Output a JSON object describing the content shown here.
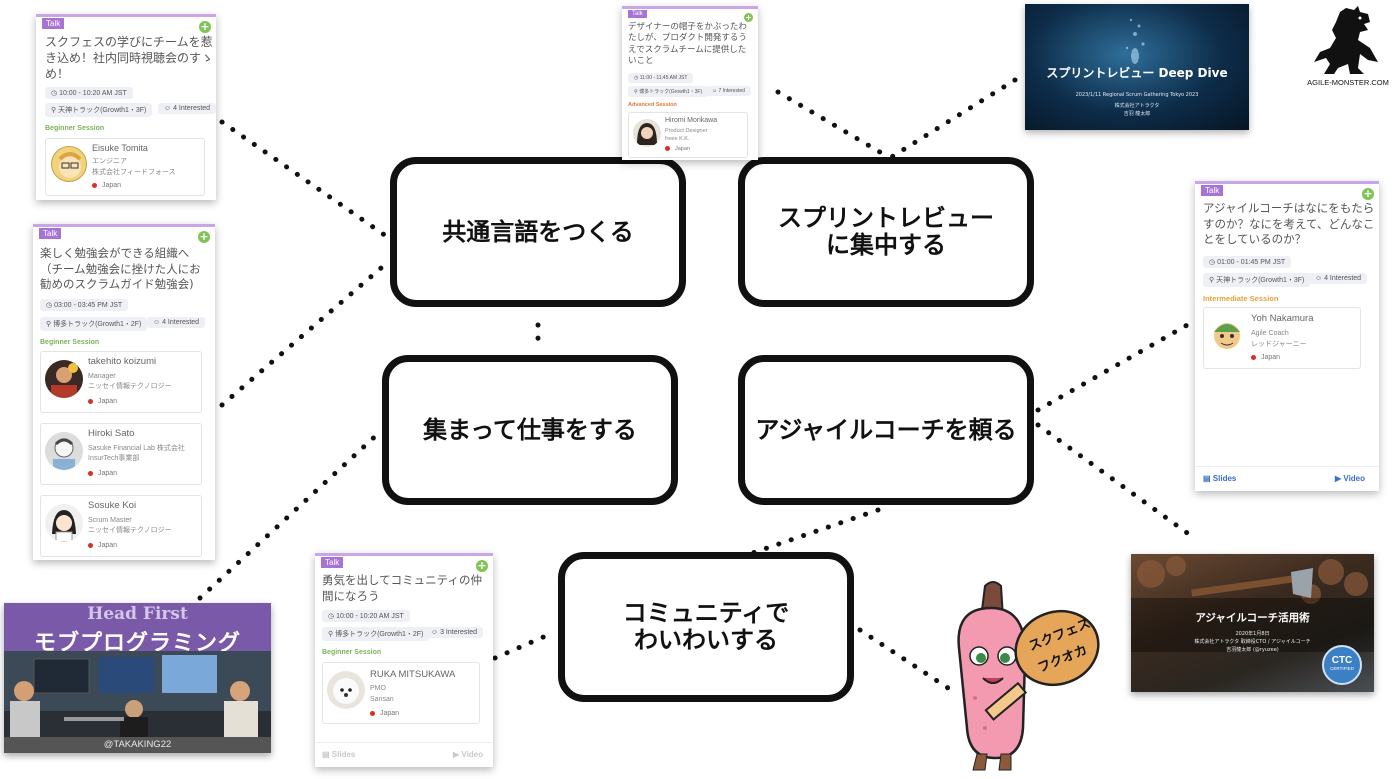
{
  "boxes": {
    "common_language": "共通言語をつくる",
    "sprint_review": "スプリントレビューに集中する",
    "mob_work": "集まって仕事をする",
    "agile_coach": "アジャイルコーチを頼る",
    "community": "コミュニティでわいわいする"
  },
  "card_tl": {
    "tag": "Talk",
    "title": "スクフェスの学びにチームを惹き込め！社内同時視聴会のすゝめ！",
    "time": "10:00 - 10:20 AM JST",
    "track": "天神トラック(Growth1・3F)",
    "interested": "4 Interested",
    "level": "Beginner Session",
    "speaker": {
      "name": "Eisuke Tomita",
      "role": "エンジニア",
      "company": "株式会社フィードフォース",
      "country": "Japan"
    }
  },
  "card_ml": {
    "tag": "Talk",
    "title": "楽しく勉強会ができる組織へ（チーム勉強会に挫けた人にお勧めのスクラムガイド勉強会)",
    "time": "03:00 - 03:45 PM JST",
    "track": "博多トラック(Growth1・2F)",
    "interested": "4 Interested",
    "level": "Beginner Session",
    "speakers": [
      {
        "name": "takehito koizumi",
        "role": "Manager",
        "company": "ニッセイ情報テクノロジー",
        "country": "Japan"
      },
      {
        "name": "Hiroki Sato",
        "role": "Sasuke Financial Lab 株式会社",
        "company": "InsurTech事業部",
        "country": "Japan"
      },
      {
        "name": "Sosuke Koi",
        "role": "Scrum Master",
        "company": "ニッセイ情報テクノロジー",
        "country": "Japan"
      }
    ]
  },
  "card_tc": {
    "tag": "Talk",
    "title": "デザイナーの帽子をかぶったわたしが、プロダクト開発するうえでスクラムチームに提供したいこと",
    "time": "11:00 - 11:45 AM JST",
    "track": "博多トラック(Growth1・3F)",
    "interested": "7 Interested",
    "level": "Advanced Session",
    "speaker": {
      "name": "Hiromi Morikawa",
      "role": "Product Designer",
      "company": "freee K.K.",
      "country": "Japan"
    }
  },
  "card_rm": {
    "tag": "Talk",
    "title": "アジャイルコーチはなにをもたらすのか？なにを考えて、どんなことをしているのか？",
    "time": "01:00 - 01:45 PM JST",
    "track": "天神トラック(Growth1・3F)",
    "interested": "4 Interested",
    "level": "Intermediate Session",
    "speaker": {
      "name": "Yoh Nakamura",
      "role": "Agile Coach",
      "company": "レッドジャーニー",
      "country": "Japan"
    },
    "slides": "Slides",
    "video": "Video"
  },
  "card_bc": {
    "tag": "Talk",
    "title": "勇気を出してコミュニティの仲間になろう",
    "time": "10:00 - 10:20 AM JST",
    "track": "博多トラック(Growth1・2F)",
    "interested": "3 Interested",
    "level": "Beginner Session",
    "speaker": {
      "name": "RUKA MITSUKAWA",
      "role": "PMO",
      "company": "Sansan",
      "country": "Japan"
    },
    "slides": "Slides",
    "video": "Video"
  },
  "slide_deepdive": {
    "title": "スプリントレビュー Deep Dive",
    "sub1": "2023/1/11 Regional Scrum Gathering Tokyo 2023",
    "sub2": "株式会社アトラクタ",
    "sub3": "吉羽 龍太郎"
  },
  "slide_coach": {
    "title": "アジャイルコーチ活用術",
    "sub1": "2020年1月8日",
    "sub2": "株式会社アトラクタ 取締役CTO / アジャイルコーチ",
    "sub3": "吉羽龍太郎 (@ryuzee)",
    "badge": "CTC",
    "badge_sub": "CERTIFIED"
  },
  "headfirst": {
    "line1": "Head First",
    "line2": "モブプログラミング",
    "credit": "@TAKAKING22"
  },
  "monster": {
    "label": "AGILE-MONSTER.COM"
  },
  "mascot": {
    "sign1": "スクフェス",
    "sign2": "フクオカ"
  },
  "colors": {
    "tag": "#a774d6",
    "plus": "#7fc454",
    "beginner": "#7bb35a",
    "advanced": "#e07a3a",
    "intermediate": "#e6a23c"
  }
}
